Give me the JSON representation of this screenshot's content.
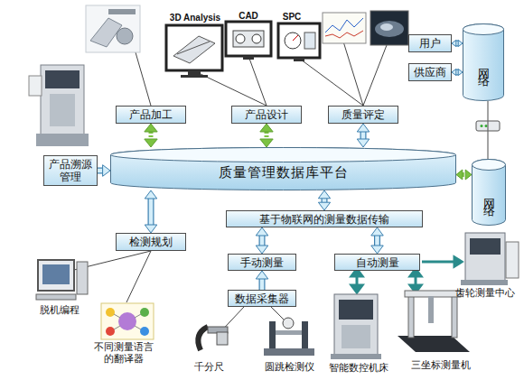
{
  "diagram": {
    "nodes": [
      {
        "text": [
          "产品加工"
        ]
      },
      {
        "text": [
          "产品设计"
        ]
      },
      {
        "text": [
          "质量评定"
        ]
      },
      {
        "text": [
          "用户"
        ]
      },
      {
        "text": [
          "供应商"
        ]
      },
      {
        "text": [
          "网络"
        ]
      },
      {
        "text": [
          "产品溯源管理"
        ]
      },
      {
        "text": [
          "质量管理数据库平台"
        ]
      },
      {
        "text": [
          "网络"
        ]
      },
      {
        "text": [
          "检测规划"
        ]
      },
      {
        "text": [
          "基于物联网的测量数据传输"
        ]
      },
      {
        "text": [
          "手动测量"
        ]
      },
      {
        "text": [
          "自动测量"
        ]
      },
      {
        "text": [
          "数据采集器"
        ]
      }
    ],
    "edges": [
      {
        "from": 0,
        "to": 7,
        "arrow": "both"
      },
      {
        "from": 1,
        "to": 7,
        "arrow": "both"
      },
      {
        "from": 2,
        "to": 7,
        "arrow": "both"
      },
      {
        "from": 3,
        "to": 5,
        "arrow": "both"
      },
      {
        "from": 4,
        "to": 5,
        "arrow": "both"
      },
      {
        "from": 5,
        "to": 8,
        "arrow": "none"
      },
      {
        "from": 7,
        "to": 8,
        "arrow": "both"
      },
      {
        "from": 6,
        "to": 7,
        "arrow": "to"
      },
      {
        "from": 7,
        "to": 9,
        "arrow": "both"
      },
      {
        "from": 7,
        "to": 10,
        "arrow": "both"
      },
      {
        "from": 10,
        "to": 11,
        "arrow": "both"
      },
      {
        "from": 10,
        "to": 12,
        "arrow": "both"
      },
      {
        "from": 13,
        "to": 11,
        "arrow": "to"
      }
    ],
    "labels": [
      "3D Analysis",
      "CAD",
      "SPC",
      "脱机编程",
      "不同测量语言的翻译器",
      "千分尺",
      "圆跳检测仪",
      "智能数控机床",
      "三坐标测量机",
      "齿轮测量中心"
    ]
  }
}
